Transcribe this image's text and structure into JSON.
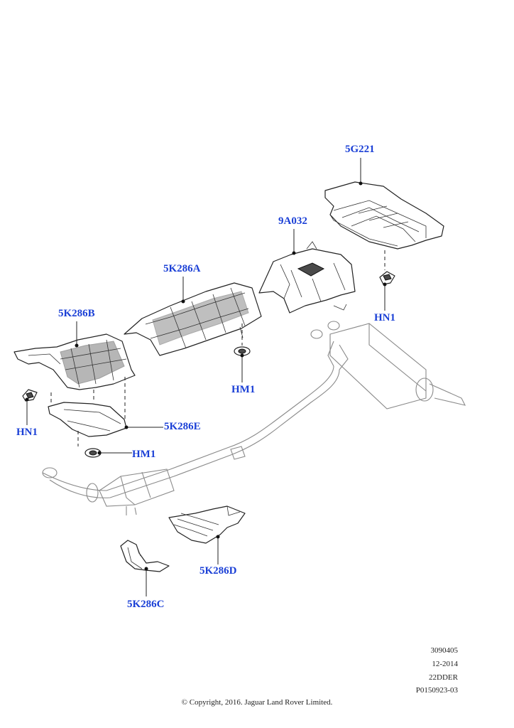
{
  "callouts": {
    "c_5G221": "5G221",
    "c_9A032": "9A032",
    "c_5K286A": "5K286A",
    "c_5K286B": "5K286B",
    "c_HN1_right": "HN1",
    "c_HM1_center": "HM1",
    "c_HN1_left": "HN1",
    "c_5K286E": "5K286E",
    "c_HM1_left": "HM1",
    "c_5K286D": "5K286D",
    "c_5K286C": "5K286C"
  },
  "reference": {
    "line1": "3090405",
    "line2": "12-2014",
    "line3": "22DDER",
    "line4": "P0150923-03"
  },
  "copyright": "© Copyright, 2016. Jaguar Land Rover Limited.",
  "colors": {
    "callout_text": "#1a3fd6",
    "line_art": "#222222",
    "pipe": "#8a8a8a"
  }
}
